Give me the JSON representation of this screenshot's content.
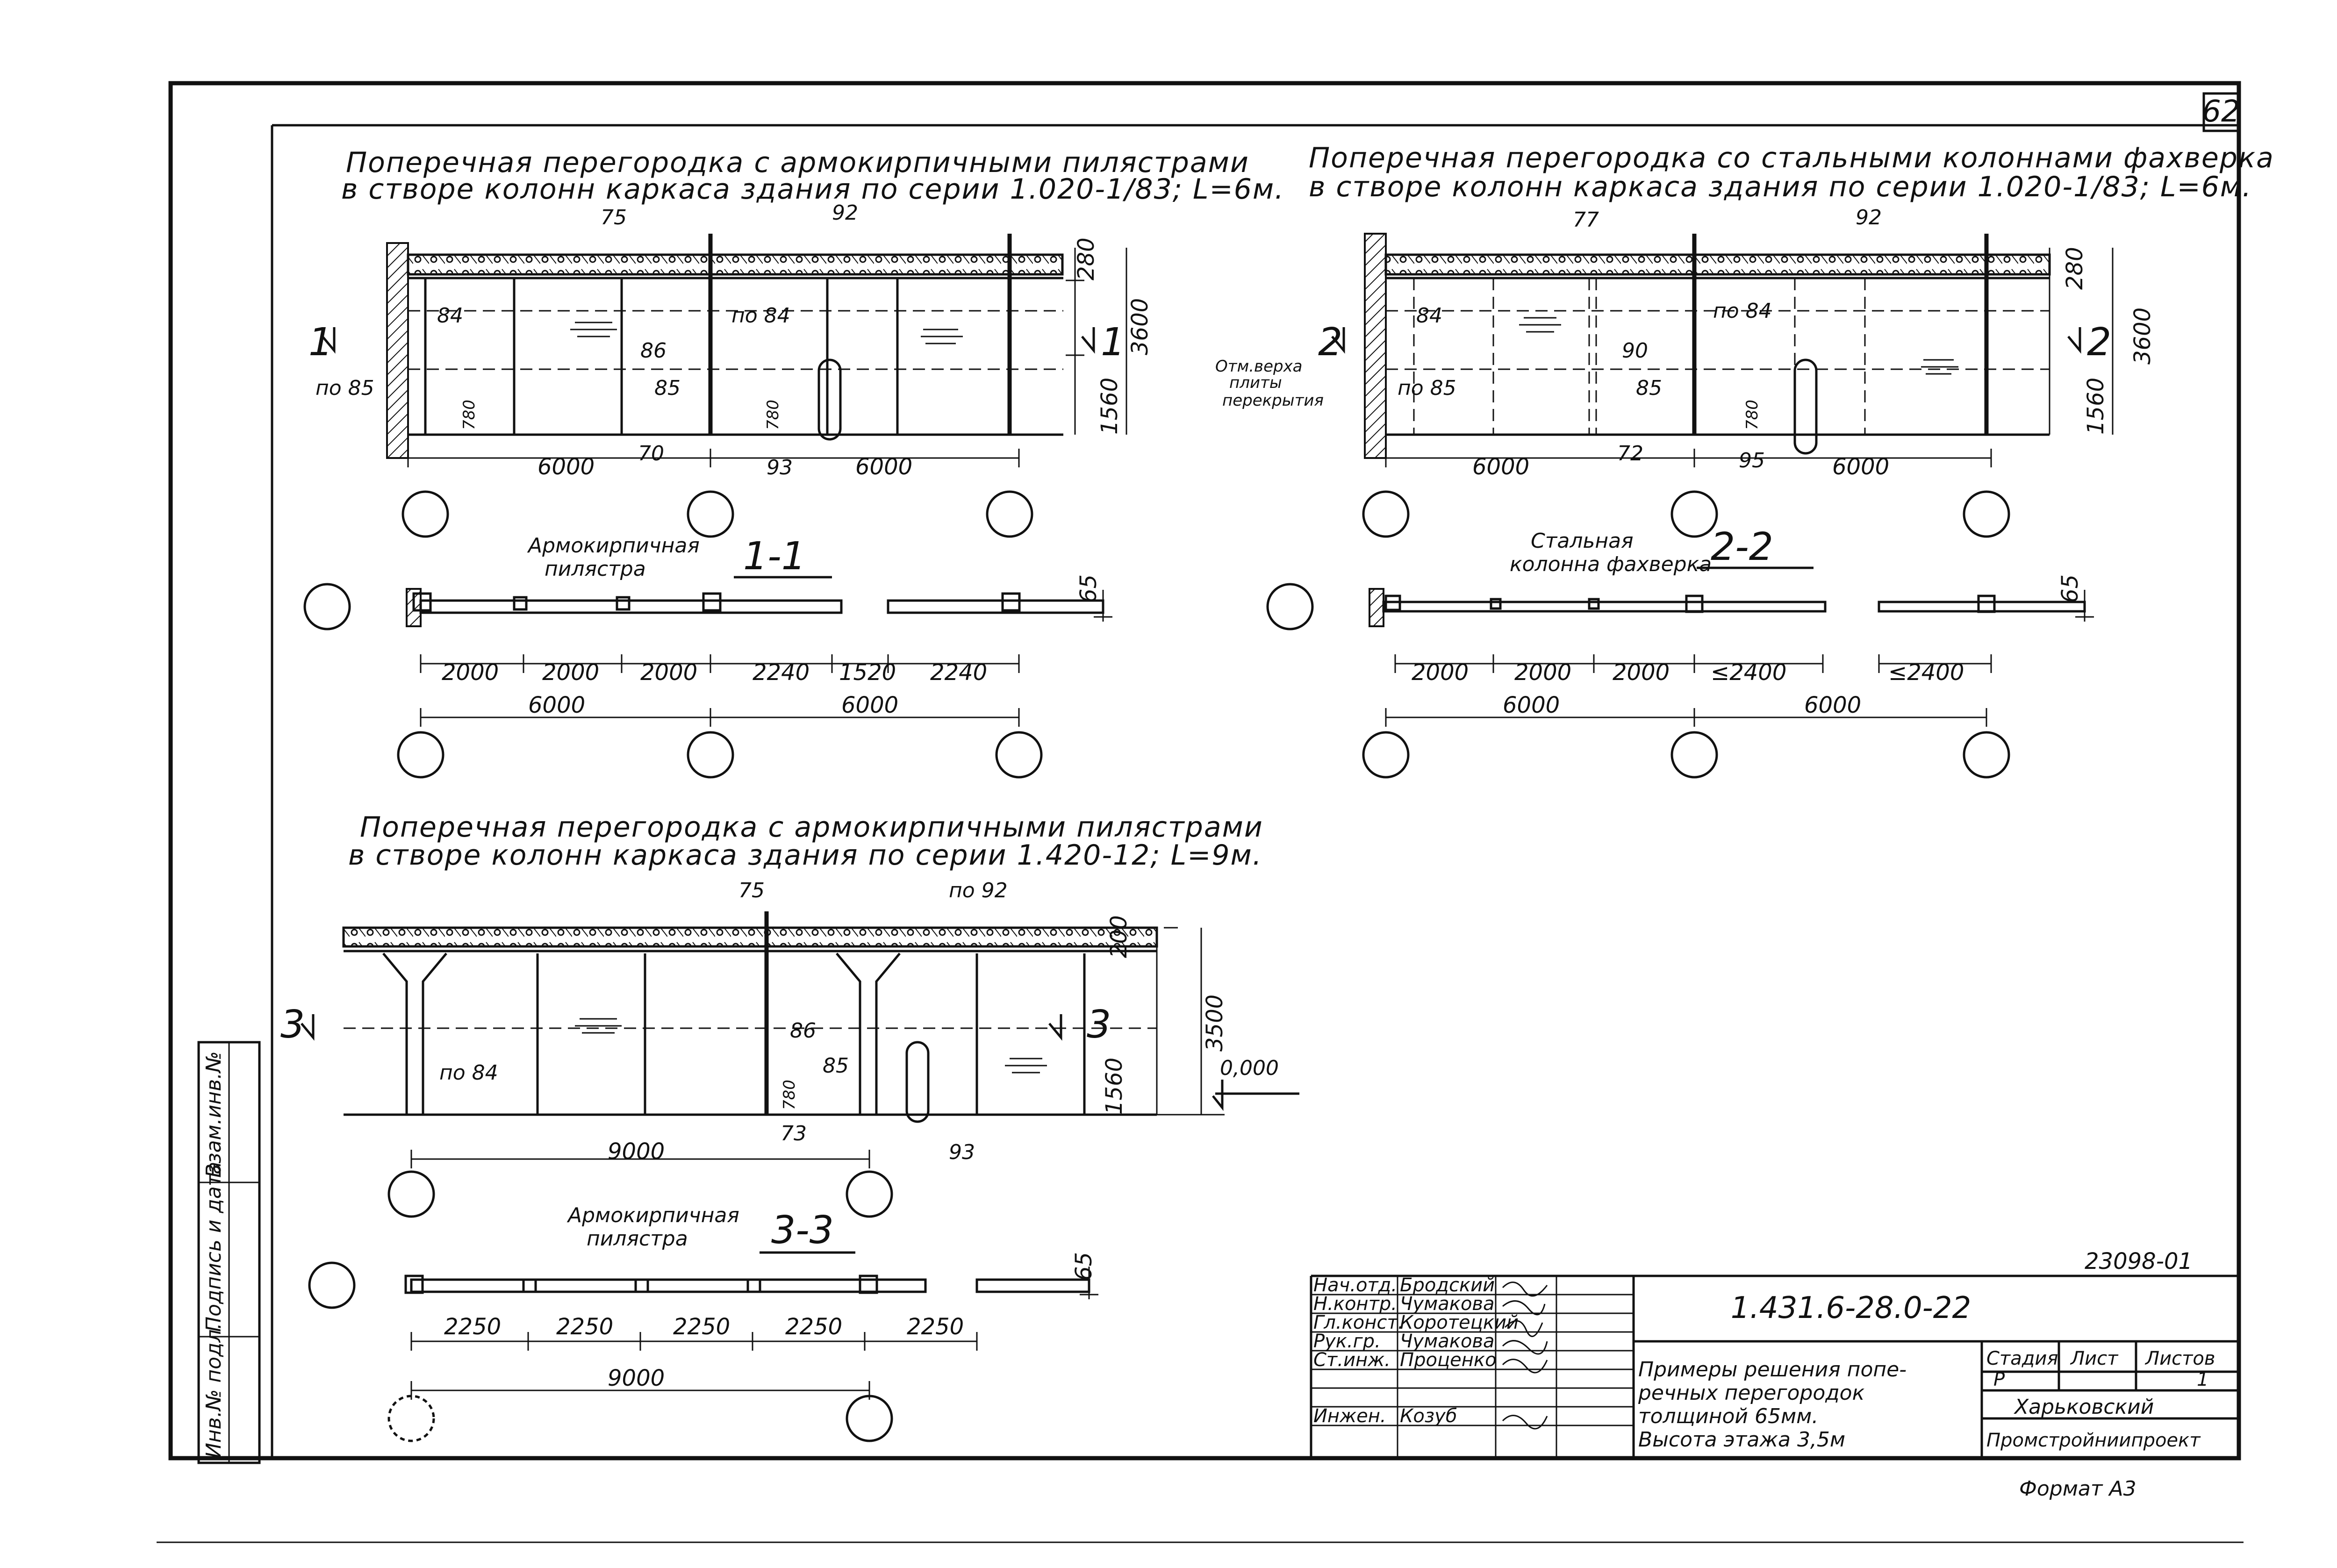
{
  "sheet": {
    "page_number": "62",
    "doc_number_top": "23098-01",
    "format_label": "Формат А3"
  },
  "left_margin": {
    "labels": [
      "Инв.№ подл.",
      "Подпись и дата",
      "Взам.инв.№"
    ]
  },
  "view1": {
    "title_line1": "Поперечная перегородка с армокирпичными пилястрами",
    "title_line2": "в створе колонн каркаса здания по серии 1.020-1/83; L=6м.",
    "callouts": [
      "75",
      "92",
      "84",
      "86",
      "85",
      "по 84",
      "по 85",
      "780",
      "780",
      "70",
      "93"
    ],
    "dims": {
      "h_slab": "280",
      "h_total": "3600",
      "h_low": "1560",
      "span1": "6000",
      "span2": "6000"
    },
    "section_mark": "1"
  },
  "view2": {
    "title_line1": "Поперечная перегородка со стальными колоннами фахверка",
    "title_line2": "в створе колонн каркаса здания по серии 1.020-1/83; L=6м.",
    "callouts": [
      "77",
      "92",
      "84",
      "90",
      "85",
      "по 84",
      "по 85",
      "780",
      "72",
      "95"
    ],
    "floor_note": [
      "Отм.верха",
      "плиты",
      "перекрытия"
    ],
    "dims": {
      "h_slab": "280",
      "h_total": "3600",
      "h_low": "1560",
      "span1": "6000",
      "span2": "6000"
    },
    "section_mark": "2"
  },
  "section1": {
    "title": "1-1",
    "note_line1": "Армокирпичная",
    "note_line2": "пилястра",
    "thickness": "65",
    "dims_top": [
      "2000",
      "2000",
      "2000",
      "2240",
      "1520",
      "2240"
    ],
    "dims_bottom": [
      "6000",
      "6000"
    ]
  },
  "section2": {
    "title": "2-2",
    "note_line1": "Стальная",
    "note_line2": "колонна фахверка",
    "thickness": "65",
    "dims_top": [
      "2000",
      "2000",
      "2000",
      "≤2400",
      "≤2400"
    ],
    "dims_bottom": [
      "6000",
      "6000"
    ]
  },
  "view3": {
    "title_line1": "Поперечная перегородка с армокирпичными пилястрами",
    "title_line2": "в створе колонн каркаса здания по серии 1.420-12; L=9м.",
    "callouts": [
      "75",
      "по 92",
      "86",
      "85",
      "по 84",
      "780",
      "73",
      "93"
    ],
    "dims": {
      "h_slab": "200",
      "h_total": "3500",
      "h_low": "1560",
      "span": "9000"
    },
    "level": "0,000",
    "section_mark": "3"
  },
  "section3": {
    "title": "3-3",
    "note_line1": "Армокирпичная",
    "note_line2": "пилястра",
    "thickness": "65",
    "dims_top": [
      "2250",
      "2250",
      "2250",
      "2250",
      "2250"
    ],
    "dims_bottom": [
      "9000"
    ]
  },
  "stamp": {
    "designation": "1.431.6-28.0-22",
    "roles": [
      "Нач.отд.",
      "Н.контр.",
      "Гл.конст.",
      "Рук.гр.",
      "Ст.инж.",
      "Инжен."
    ],
    "names": [
      "Бродский",
      "Чумакова",
      "Коротецкий",
      "Чумакова",
      "Проценко",
      "Козуб"
    ],
    "desc_line1": "Примеры решения попе-",
    "desc_line2": "речных перегородок",
    "desc_line3": "толщиной 65мм.",
    "desc_line4": "Высота этажа 3,5м",
    "stage_label": "Стадия",
    "sheet_label": "Лист",
    "sheets_label": "Листов",
    "stage": "Р",
    "sheets": "1",
    "org_line1": "Харьковский",
    "org_line2": "Промстройниипроект"
  }
}
